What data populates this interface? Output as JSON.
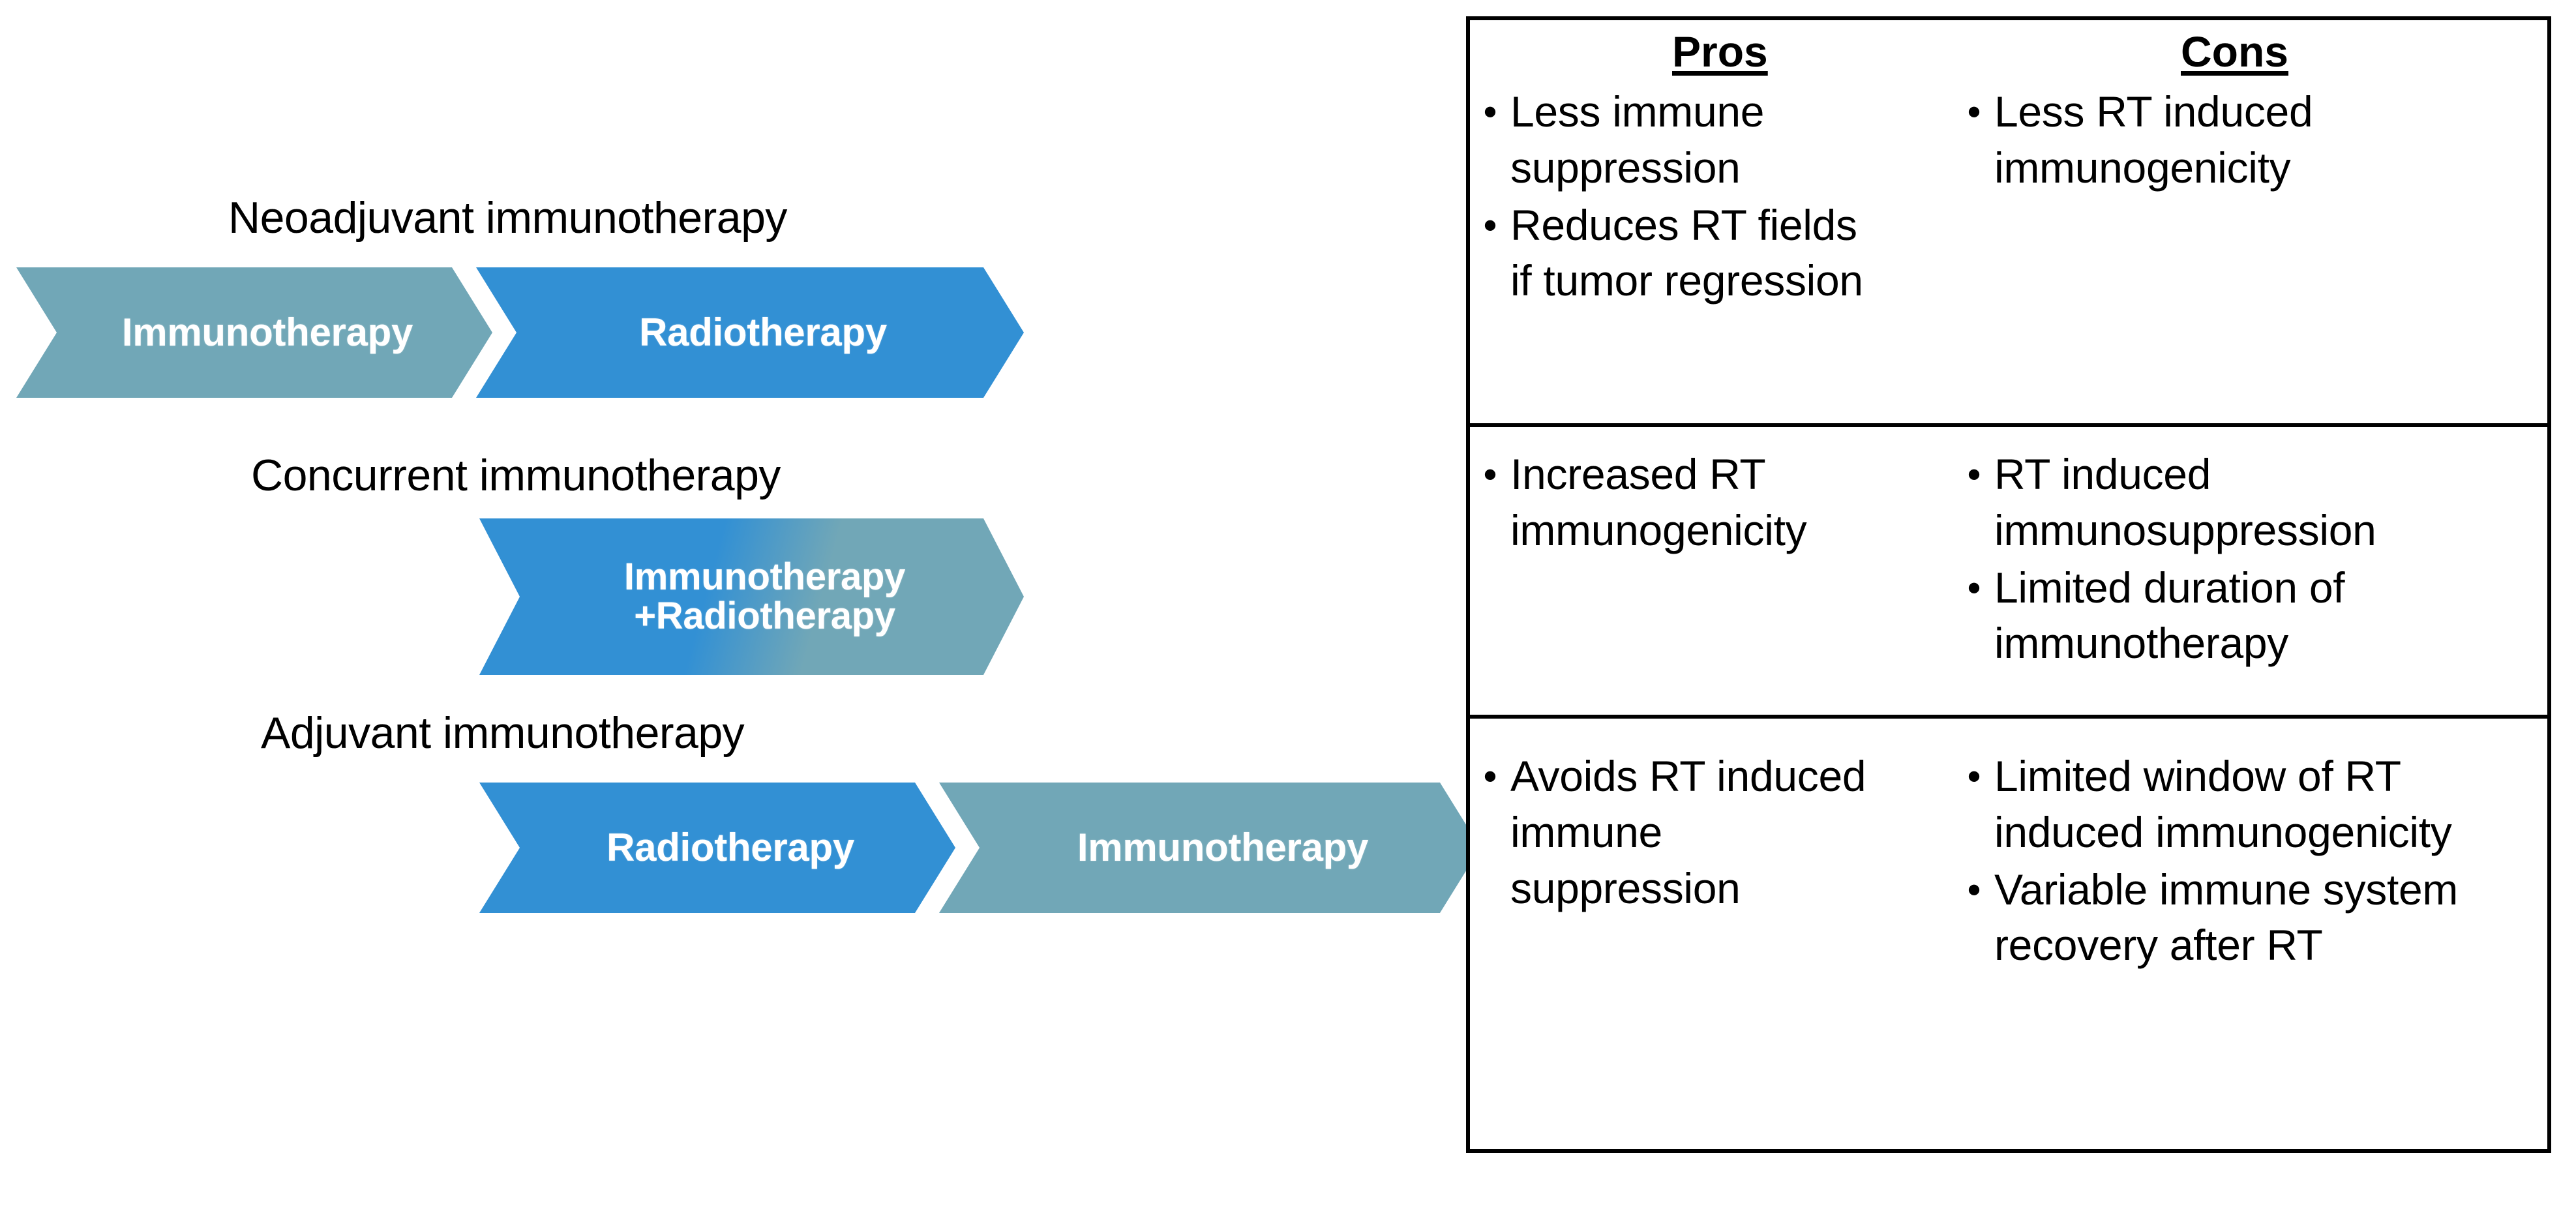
{
  "flow": {
    "rows": [
      {
        "label": "Neoadjuvant immunotherapy",
        "steps": [
          {
            "name": "Immunotherapy",
            "color": "#71A7B7"
          },
          {
            "name": "Radiotherapy",
            "color": "#3290D4"
          }
        ]
      },
      {
        "label": "Concurrent immunotherapy",
        "steps": [
          {
            "name": "Immunotherapy\n+Radiotherapy",
            "color": "gradient-blue-to-teal"
          }
        ]
      },
      {
        "label": "Adjuvant immunotherapy",
        "steps": [
          {
            "name": "Radiotherapy",
            "color": "#3290D4"
          },
          {
            "name": "Immunotherapy",
            "color": "#71A7B7"
          }
        ]
      }
    ]
  },
  "table": {
    "headers": {
      "pros": "Pros",
      "cons": "Cons"
    },
    "bullet_glyph": "•",
    "rows": [
      {
        "pros": [
          "Less immune suppression",
          "Reduces RT fields if tumor regression"
        ],
        "cons": [
          "Less RT induced immunogenicity"
        ]
      },
      {
        "pros": [
          "Increased RT immunogenicity"
        ],
        "cons": [
          "RT induced immunosuppression",
          "Limited duration of immunotherapy"
        ]
      },
      {
        "pros": [
          "Avoids RT induced immune suppression"
        ],
        "cons": [
          "Limited window of RT induced immunogenicity",
          "Variable immune system recovery after RT"
        ]
      }
    ]
  },
  "colors": {
    "teal": "#71A7B7",
    "blue": "#3290D4",
    "border": "#000000",
    "background": "#ffffff",
    "chevron_text": "#ffffff"
  }
}
